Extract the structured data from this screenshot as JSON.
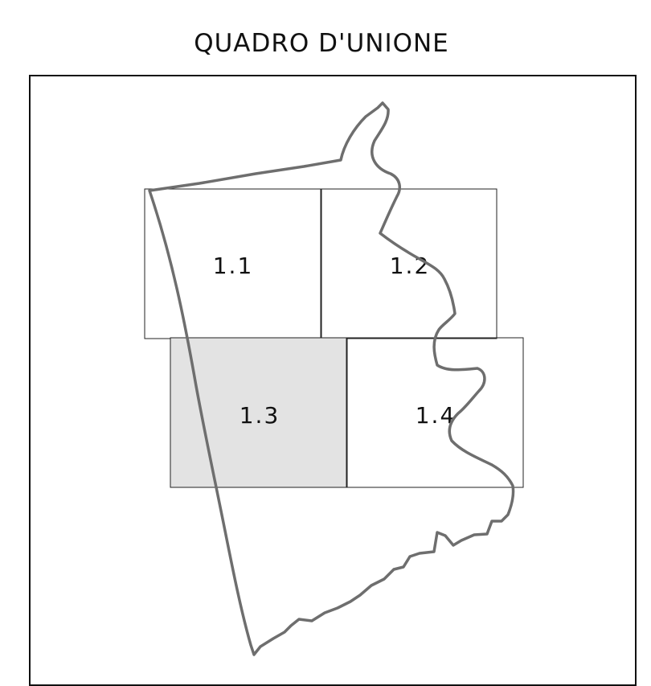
{
  "title": "QUADRO D'UNIONE",
  "sheets": [
    {
      "id": "1.1",
      "label": "1.1",
      "highlighted": false
    },
    {
      "id": "1.2",
      "label": "1.2",
      "highlighted": false
    },
    {
      "id": "1.3",
      "label": "1.3",
      "highlighted": true
    },
    {
      "id": "1.4",
      "label": "1.4",
      "highlighted": false
    }
  ],
  "colors": {
    "boundary": "#6e6e6e",
    "sheet_border": "#222222",
    "highlight_fill": "#e3e3e3",
    "frame": "#111111"
  }
}
